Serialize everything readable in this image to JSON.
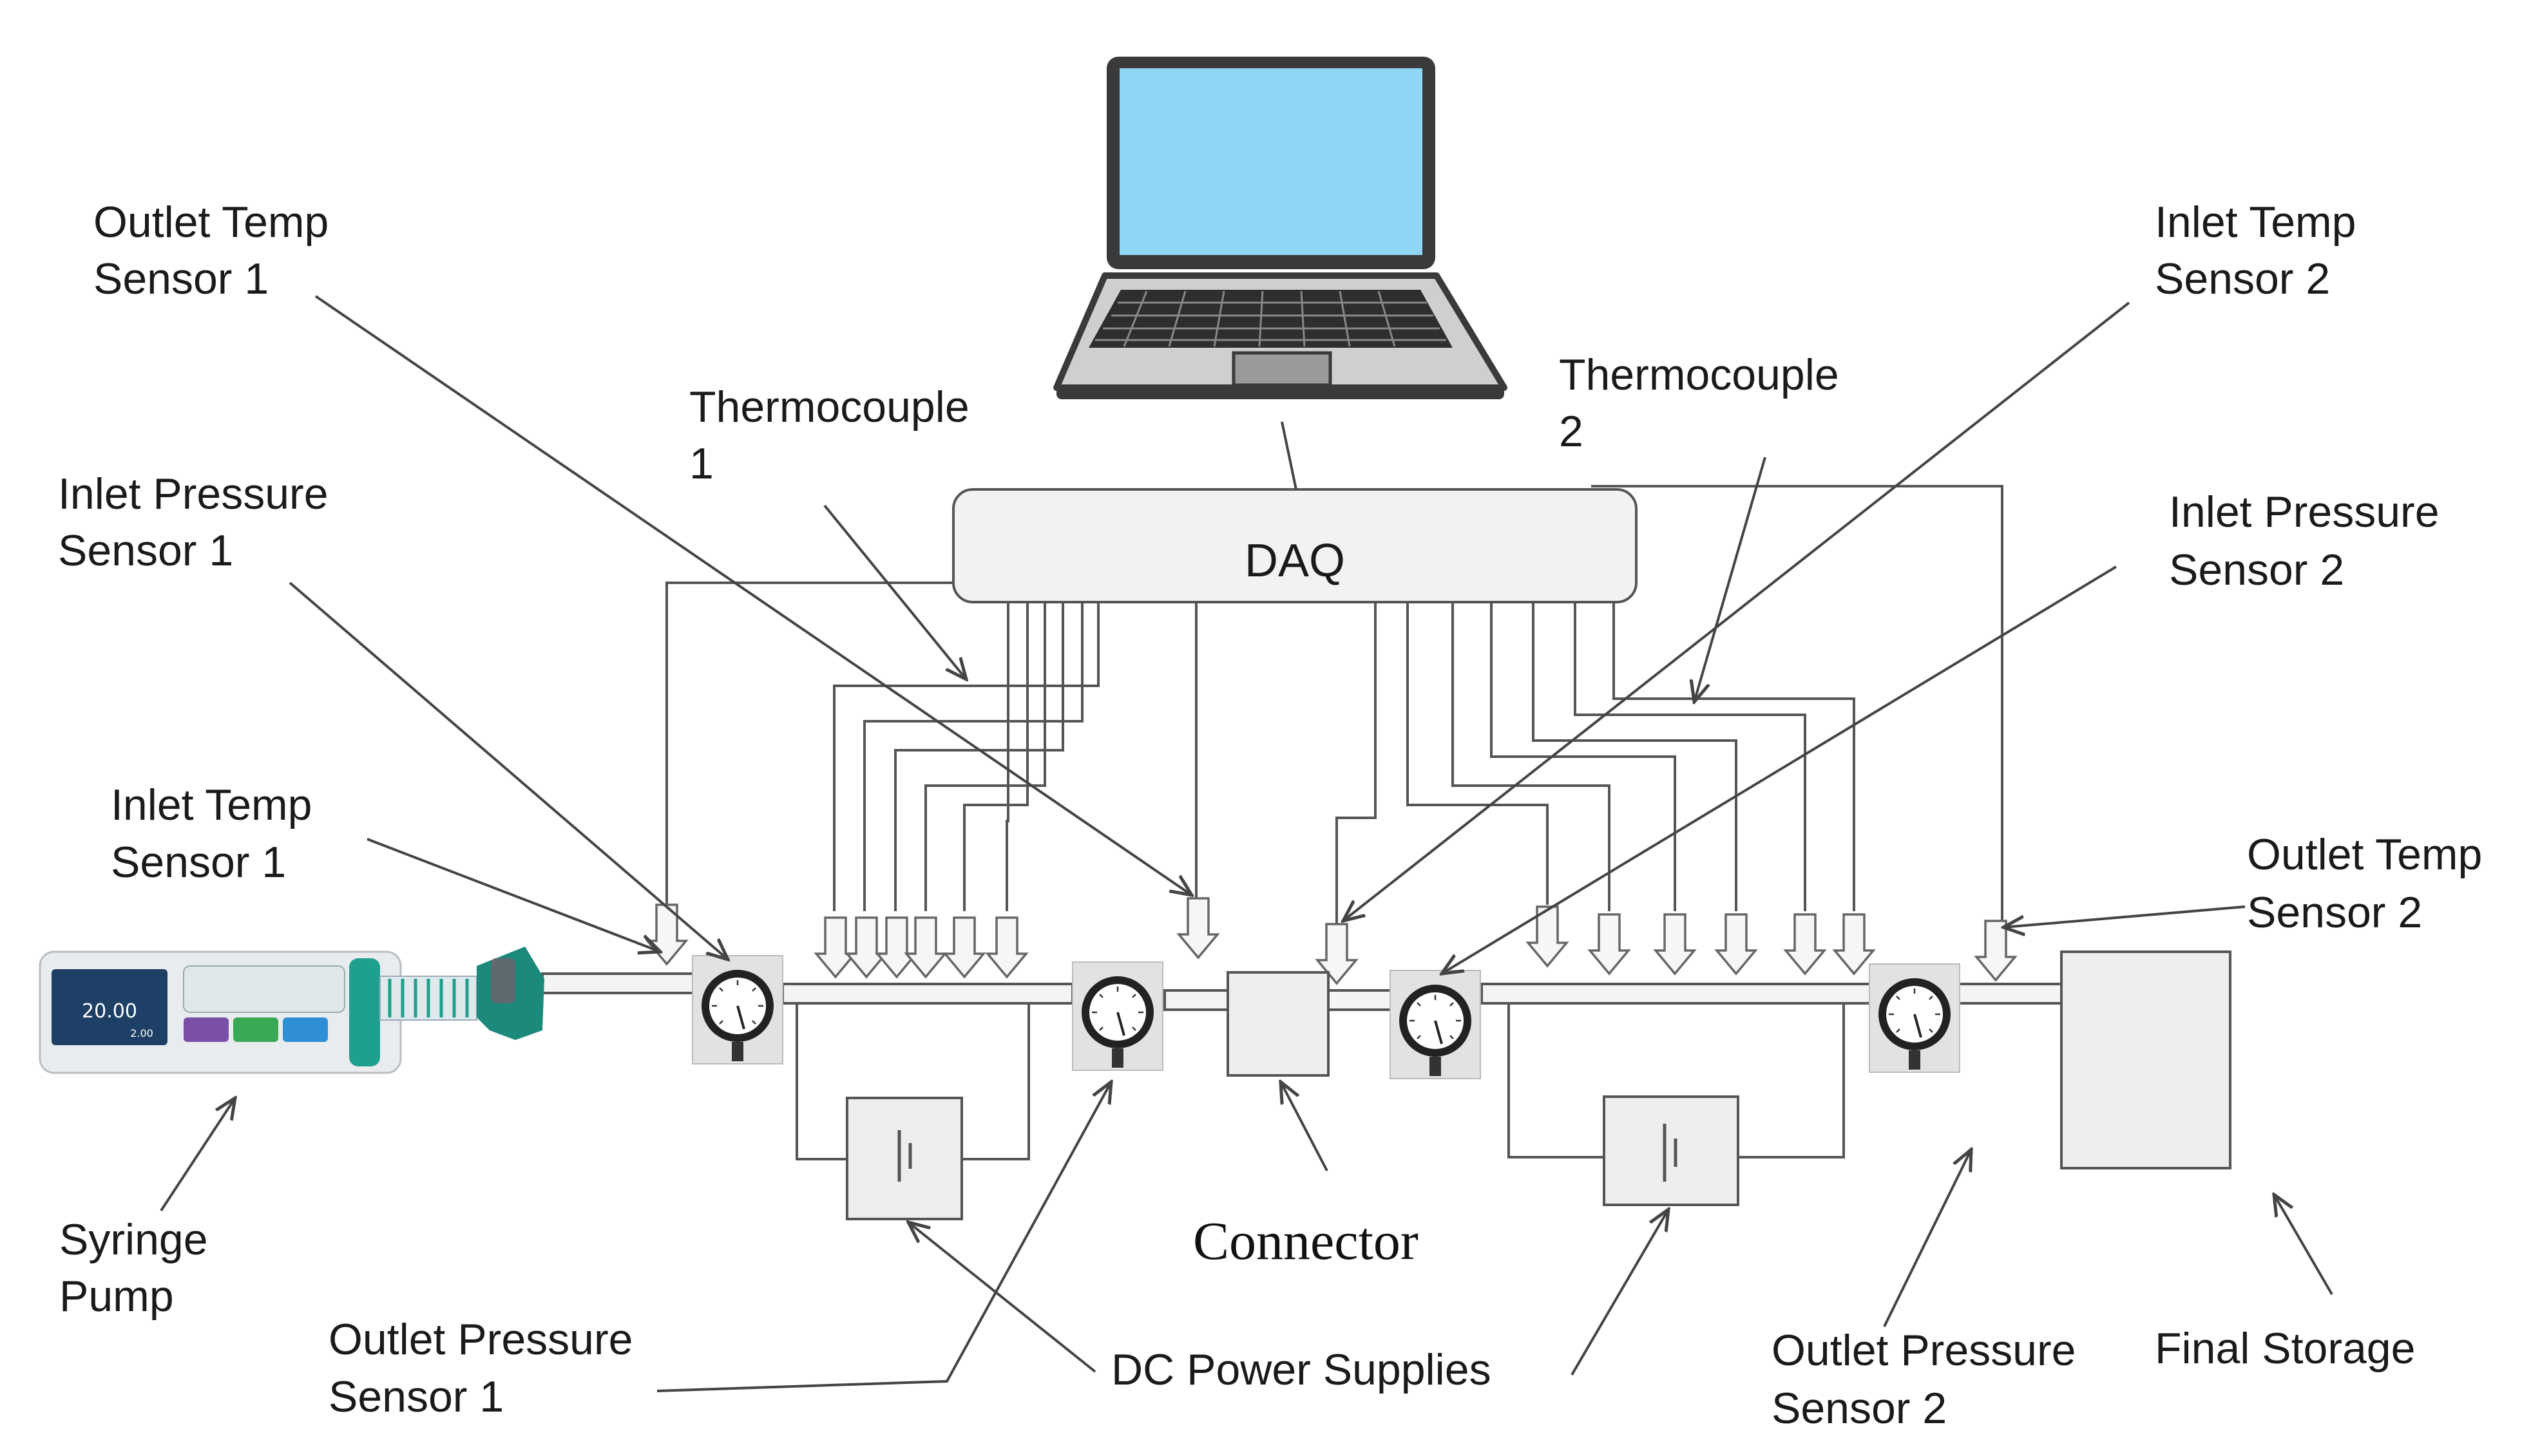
{
  "daq": {
    "label": "DAQ"
  },
  "labels": {
    "outlet_temp_1": [
      "Outlet Temp",
      "Sensor 1"
    ],
    "thermocouple_1": [
      "Thermocouple",
      "1"
    ],
    "inlet_pressure_1": [
      "Inlet Pressure",
      "Sensor 1"
    ],
    "inlet_temp_1": [
      "Inlet Temp",
      "Sensor 1"
    ],
    "syringe_pump": [
      "Syringe",
      "Pump"
    ],
    "outlet_pressure_1": [
      "Outlet Pressure",
      "Sensor 1"
    ],
    "connector": "Connector",
    "dc_power": "DC Power Supplies",
    "thermocouple_2": [
      "Thermocouple",
      "2"
    ],
    "inlet_temp_2": [
      "Inlet Temp",
      "Sensor 2"
    ],
    "inlet_pressure_2": [
      "Inlet Pressure",
      "Sensor 2"
    ],
    "outlet_temp_2": [
      "Outlet Temp",
      "Sensor 2"
    ],
    "outlet_pressure_2": [
      "Outlet Pressure",
      "Sensor 2"
    ],
    "final_storage": "Final Storage"
  },
  "pump_display": {
    "rate": "20.00",
    "volume": "2.00"
  },
  "icons": [
    "laptop-icon",
    "syringe-pump-icon",
    "pressure-gauge-icon",
    "down-arrow-sensor-icon"
  ],
  "colors": {
    "screen": "#8fd6f5",
    "pump_accent": "#1fa08e",
    "line": "#444444"
  }
}
